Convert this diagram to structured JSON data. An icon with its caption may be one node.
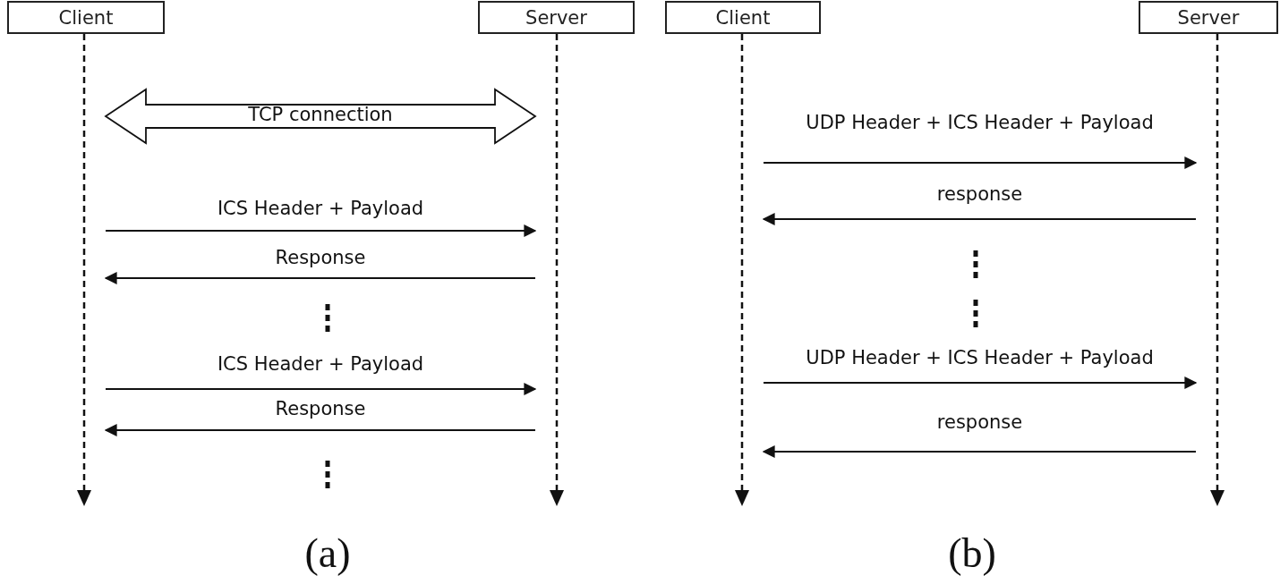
{
  "diagram": {
    "nodes": [
      {
        "text": [
          "Client"
        ]
      },
      {
        "text": [
          "Server"
        ]
      },
      {
        "text": [
          "Client"
        ]
      },
      {
        "text": [
          "Server"
        ]
      },
      {
        "text": [],
        "shape": "line"
      },
      {
        "text": [],
        "shape": "line"
      },
      {
        "text": [],
        "shape": "line"
      },
      {
        "text": [],
        "shape": "line"
      }
    ],
    "edges": [
      {
        "from": 4,
        "to": 5,
        "arrow": "both",
        "style": "thick",
        "label": "TCP connection"
      },
      {
        "from": 4,
        "to": 5,
        "arrow": "to",
        "label": "ICS Header + Payload"
      },
      {
        "from": 5,
        "to": 4,
        "arrow": "to",
        "label": "Response"
      },
      {
        "from": 4,
        "to": 5,
        "arrow": "to",
        "label": "ICS Header + Payload"
      },
      {
        "from": 5,
        "to": 4,
        "arrow": "to",
        "label": "Response"
      },
      {
        "from": 6,
        "to": 7,
        "arrow": "to",
        "label": "UDP Header + ICS Header + Payload"
      },
      {
        "from": 7,
        "to": 6,
        "arrow": "to",
        "label": "response"
      },
      {
        "from": 6,
        "to": 7,
        "arrow": "to",
        "label": "UDP Header + ICS Header + Payload"
      },
      {
        "from": 7,
        "to": 6,
        "arrow": "to",
        "label": "response"
      }
    ],
    "labels": [
      "(a)",
      "(b)"
    ]
  }
}
